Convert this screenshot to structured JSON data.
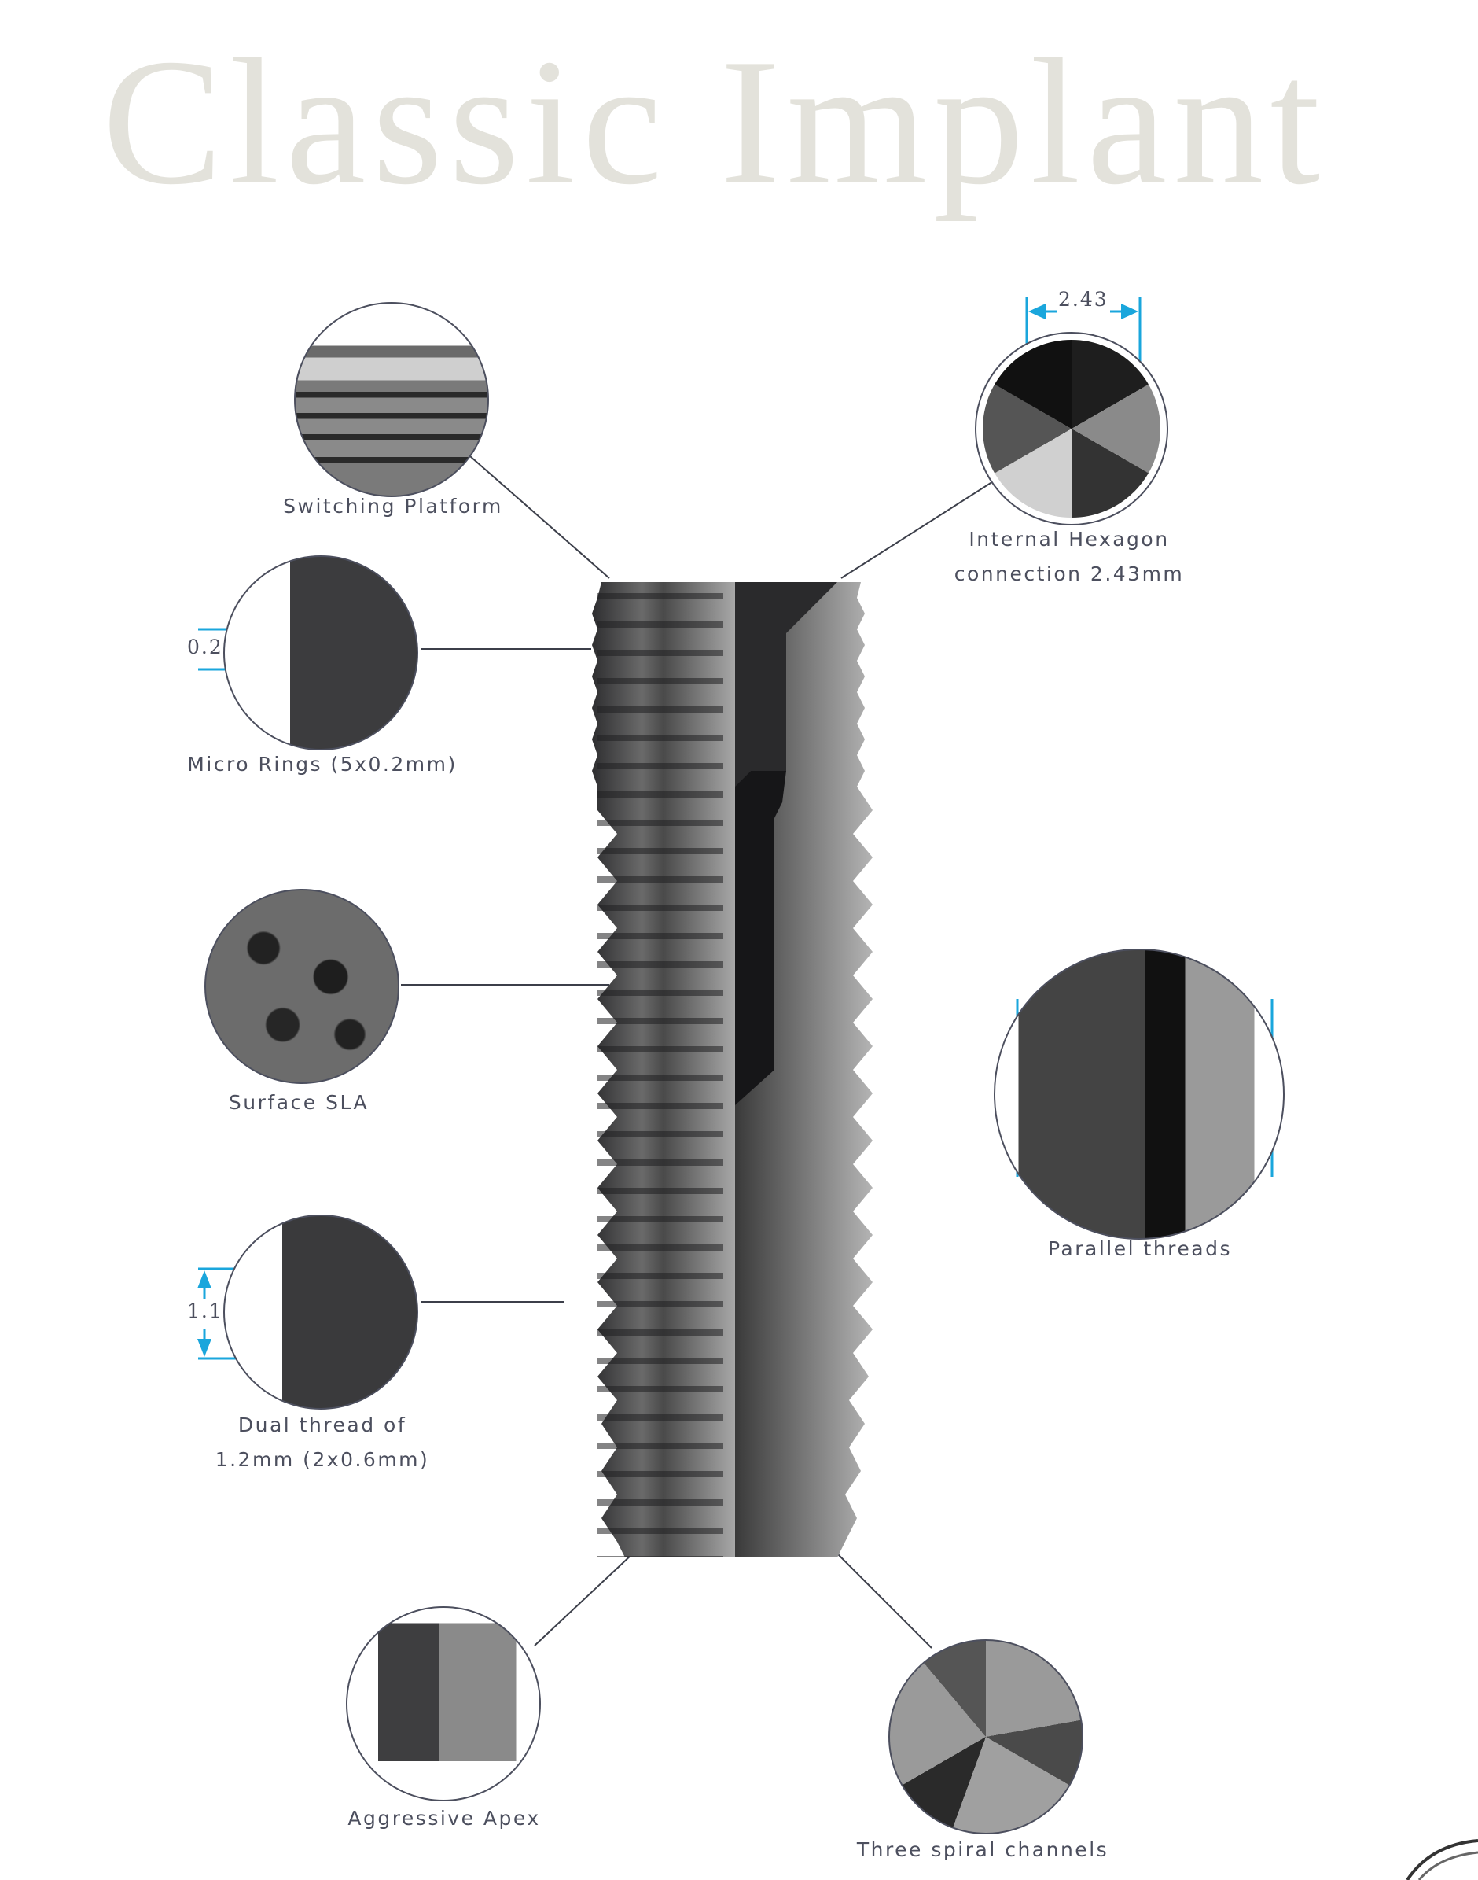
{
  "page": {
    "title": "Classic Implant"
  },
  "callouts": {
    "switching_platform": {
      "label": "Switching Platform"
    },
    "internal_hexagon": {
      "label_line1": "Internal Hexagon",
      "label_line2": "connection 2.43mm",
      "dimension": "2.43"
    },
    "micro_rings": {
      "label": "Micro Rings (5x0.2mm)",
      "dimension": "0.2"
    },
    "surface_sla": {
      "label": "Surface SLA"
    },
    "parallel_threads": {
      "label": "Parallel threads"
    },
    "dual_thread": {
      "label_line1": "Dual thread of",
      "label_line2": "1.2mm (2x0.6mm)",
      "dimension": "1.1"
    },
    "aggressive_apex": {
      "label": "Aggressive Apex"
    },
    "three_spiral_channels": {
      "label": "Three spiral channels"
    }
  },
  "colors": {
    "title": "#e3e2db",
    "text": "#4c4f5e",
    "dimension_accent": "#1aa6dc",
    "leader_line": "#3c3f4a"
  }
}
